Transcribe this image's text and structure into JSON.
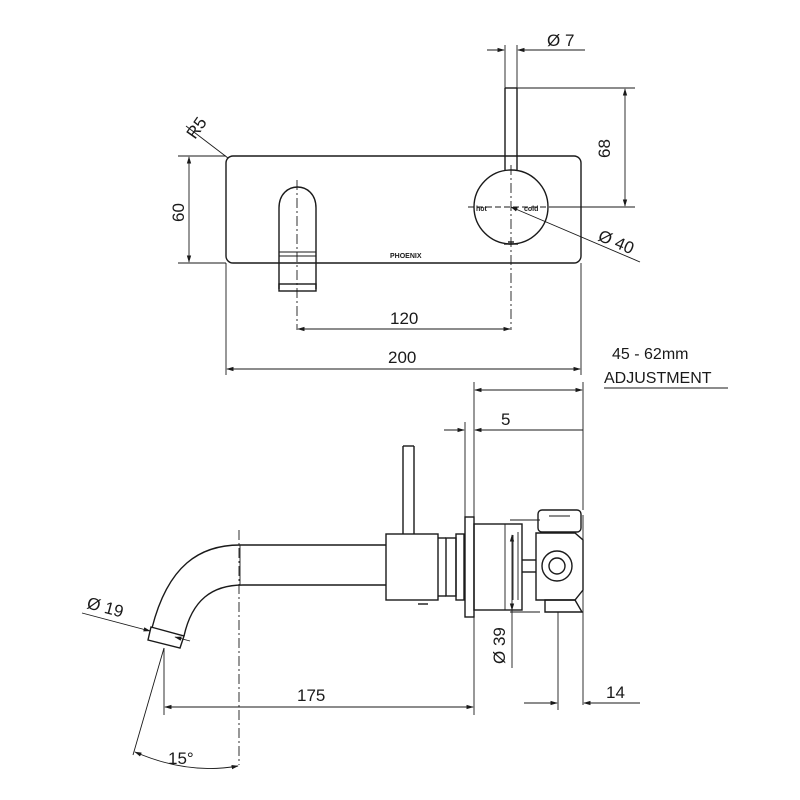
{
  "front_view": {
    "brand": "PHOENIX",
    "hot_label": "hot",
    "cold_label": "cold",
    "dims": {
      "radius": "R5",
      "height": "60",
      "lever_dia": "Ø 7",
      "lever_height": "68",
      "handle_dia": "Ø 40",
      "centres": "120",
      "width": "200"
    }
  },
  "side_view": {
    "adjustment_range": "45 - 62mm",
    "adjustment_word": "ADJUSTMENT",
    "dims": {
      "plate_thickness": "5",
      "spout_dia": "Ø 19",
      "body_dia": "Ø 39",
      "spout_reach": "175",
      "depth": "14",
      "angle": "15°"
    }
  }
}
